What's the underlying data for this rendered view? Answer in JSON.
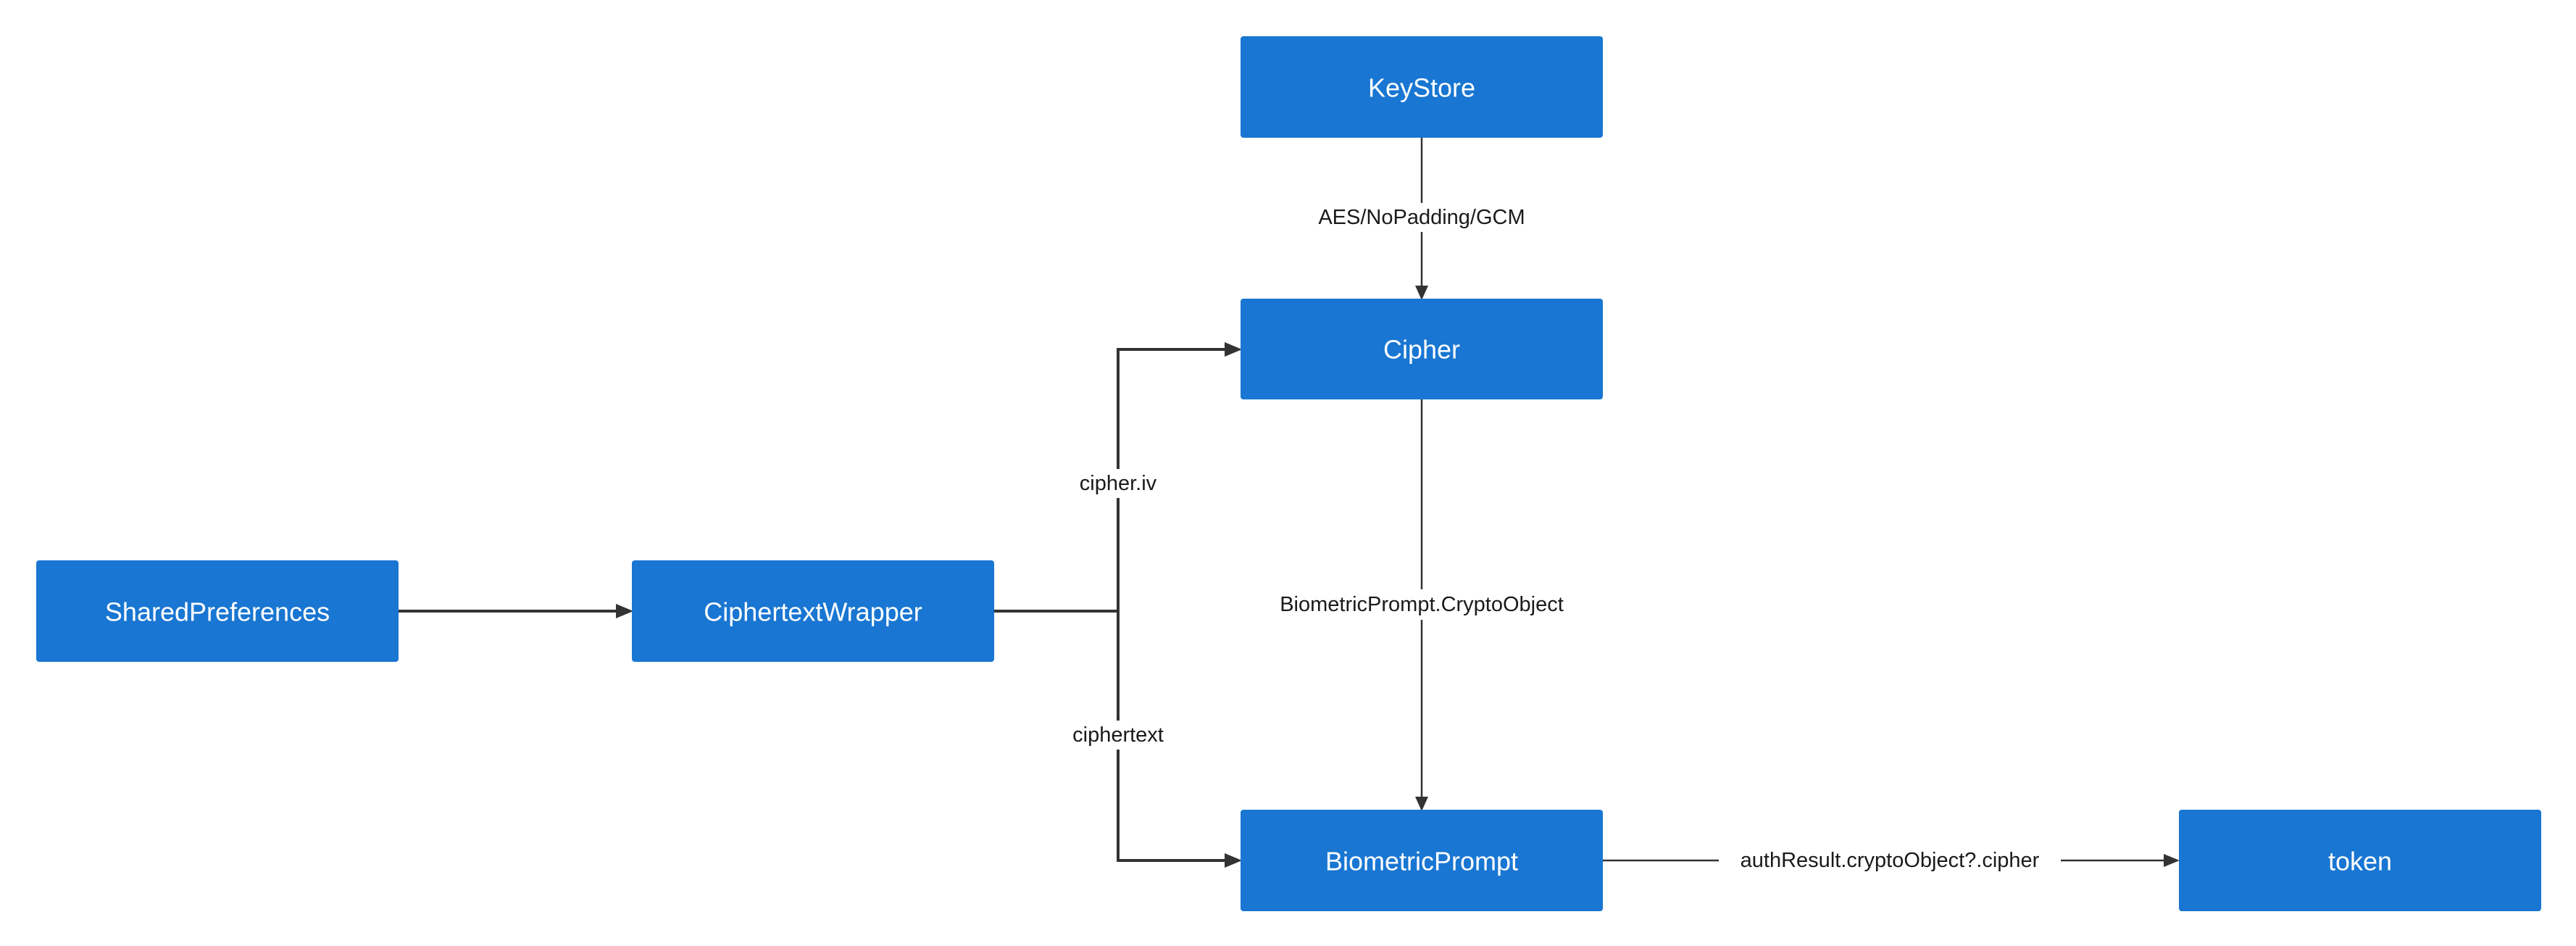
{
  "nodes": {
    "keystore": "KeyStore",
    "cipher": "Cipher",
    "shared_preferences": "SharedPreferences",
    "ciphertext_wrapper": "CiphertextWrapper",
    "biometric_prompt": "BiometricPrompt",
    "token": "token"
  },
  "edges": {
    "keystore_to_cipher": "AES/NoPadding/GCM",
    "wrapper_to_cipher": "cipher.iv",
    "cipher_to_biometric": "BiometricPrompt.CryptoObject",
    "wrapper_to_biometric": "ciphertext",
    "biometric_to_token": "authResult.cryptoObject?.cipher"
  },
  "colors": {
    "node_fill": "#1976d2",
    "node_text": "#ffffff",
    "edge": "#333333"
  }
}
